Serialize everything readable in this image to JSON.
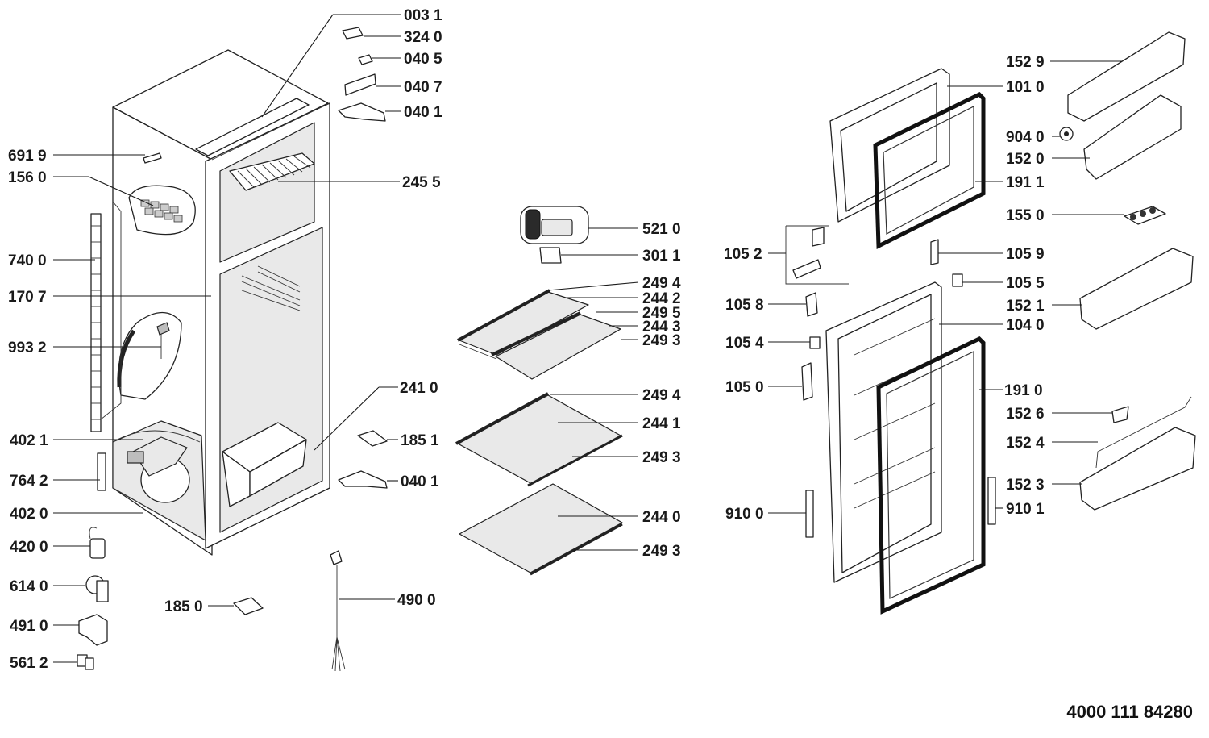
{
  "labels": [
    "003 1",
    "324 0",
    "040 5",
    "040 7",
    "040 1",
    "691 9",
    "156 0",
    "245 5",
    "740 0",
    "170 7",
    "993 2",
    "241 0",
    "402 1",
    "185 1",
    "764 2",
    "040 1",
    "402 0",
    "420 0",
    "614 0",
    "491 0",
    "561 2",
    "185 0",
    "490 0",
    "521 0",
    "301 1",
    "249 4",
    "244 2",
    "249 5",
    "244 3",
    "249 3",
    "249 4",
    "244 1",
    "249 3",
    "244 0",
    "249 3",
    "105 2",
    "105 8",
    "105 4",
    "105 0",
    "910 0",
    "152 9",
    "101 0",
    "904 0",
    "152 0",
    "191 1",
    "155 0",
    "105 9",
    "105 5",
    "152 1",
    "104 0",
    "191 0",
    "152 6",
    "152 4",
    "152 3",
    "910 1"
  ],
  "reference_number": "4000 111 84280"
}
